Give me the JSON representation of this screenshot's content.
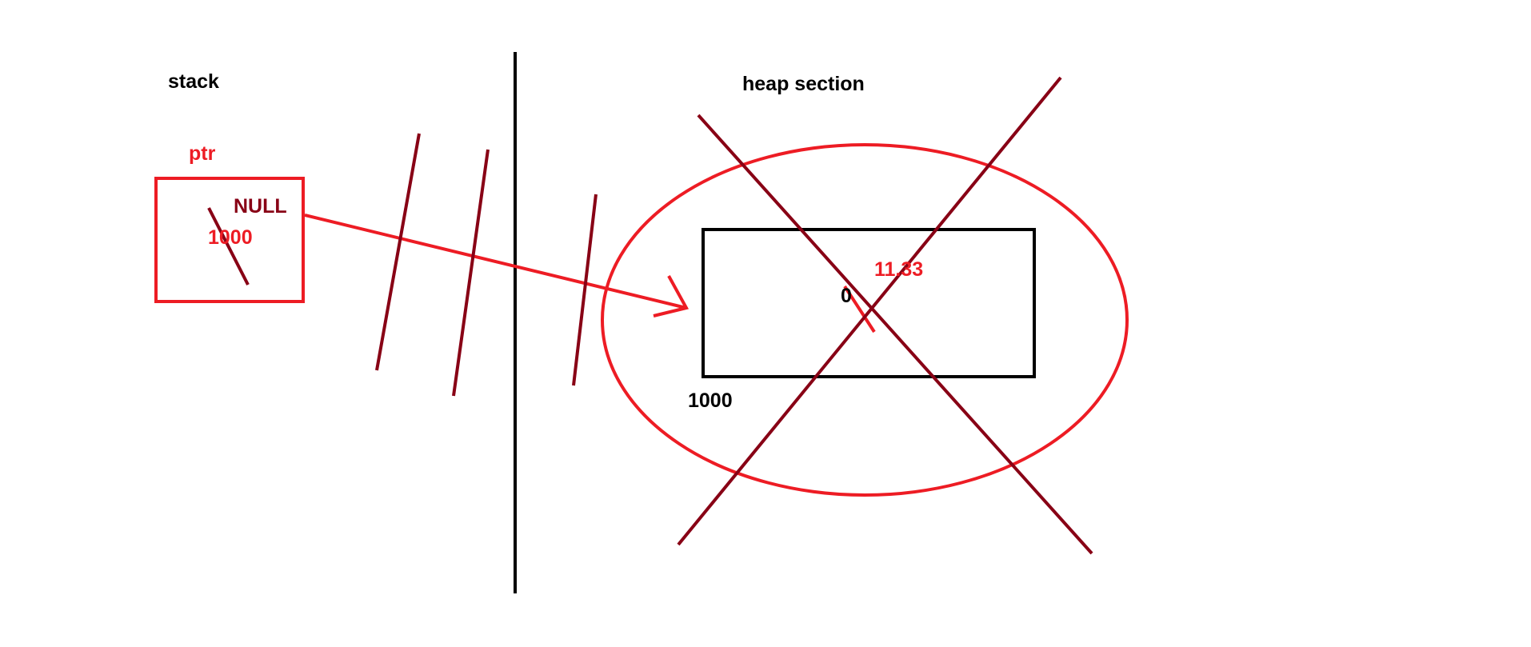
{
  "diagram": {
    "stack_title": "stack",
    "heap_title": "heap section",
    "pointer_name": "ptr",
    "pointer_value": "NULL",
    "pointer_old_value": "1000",
    "heap_block_address": "1000",
    "heap_old_value": "0",
    "heap_value": "11.33"
  },
  "colors": {
    "black": "#000000",
    "red": "#ed1c24",
    "dark_red": "#880015"
  }
}
